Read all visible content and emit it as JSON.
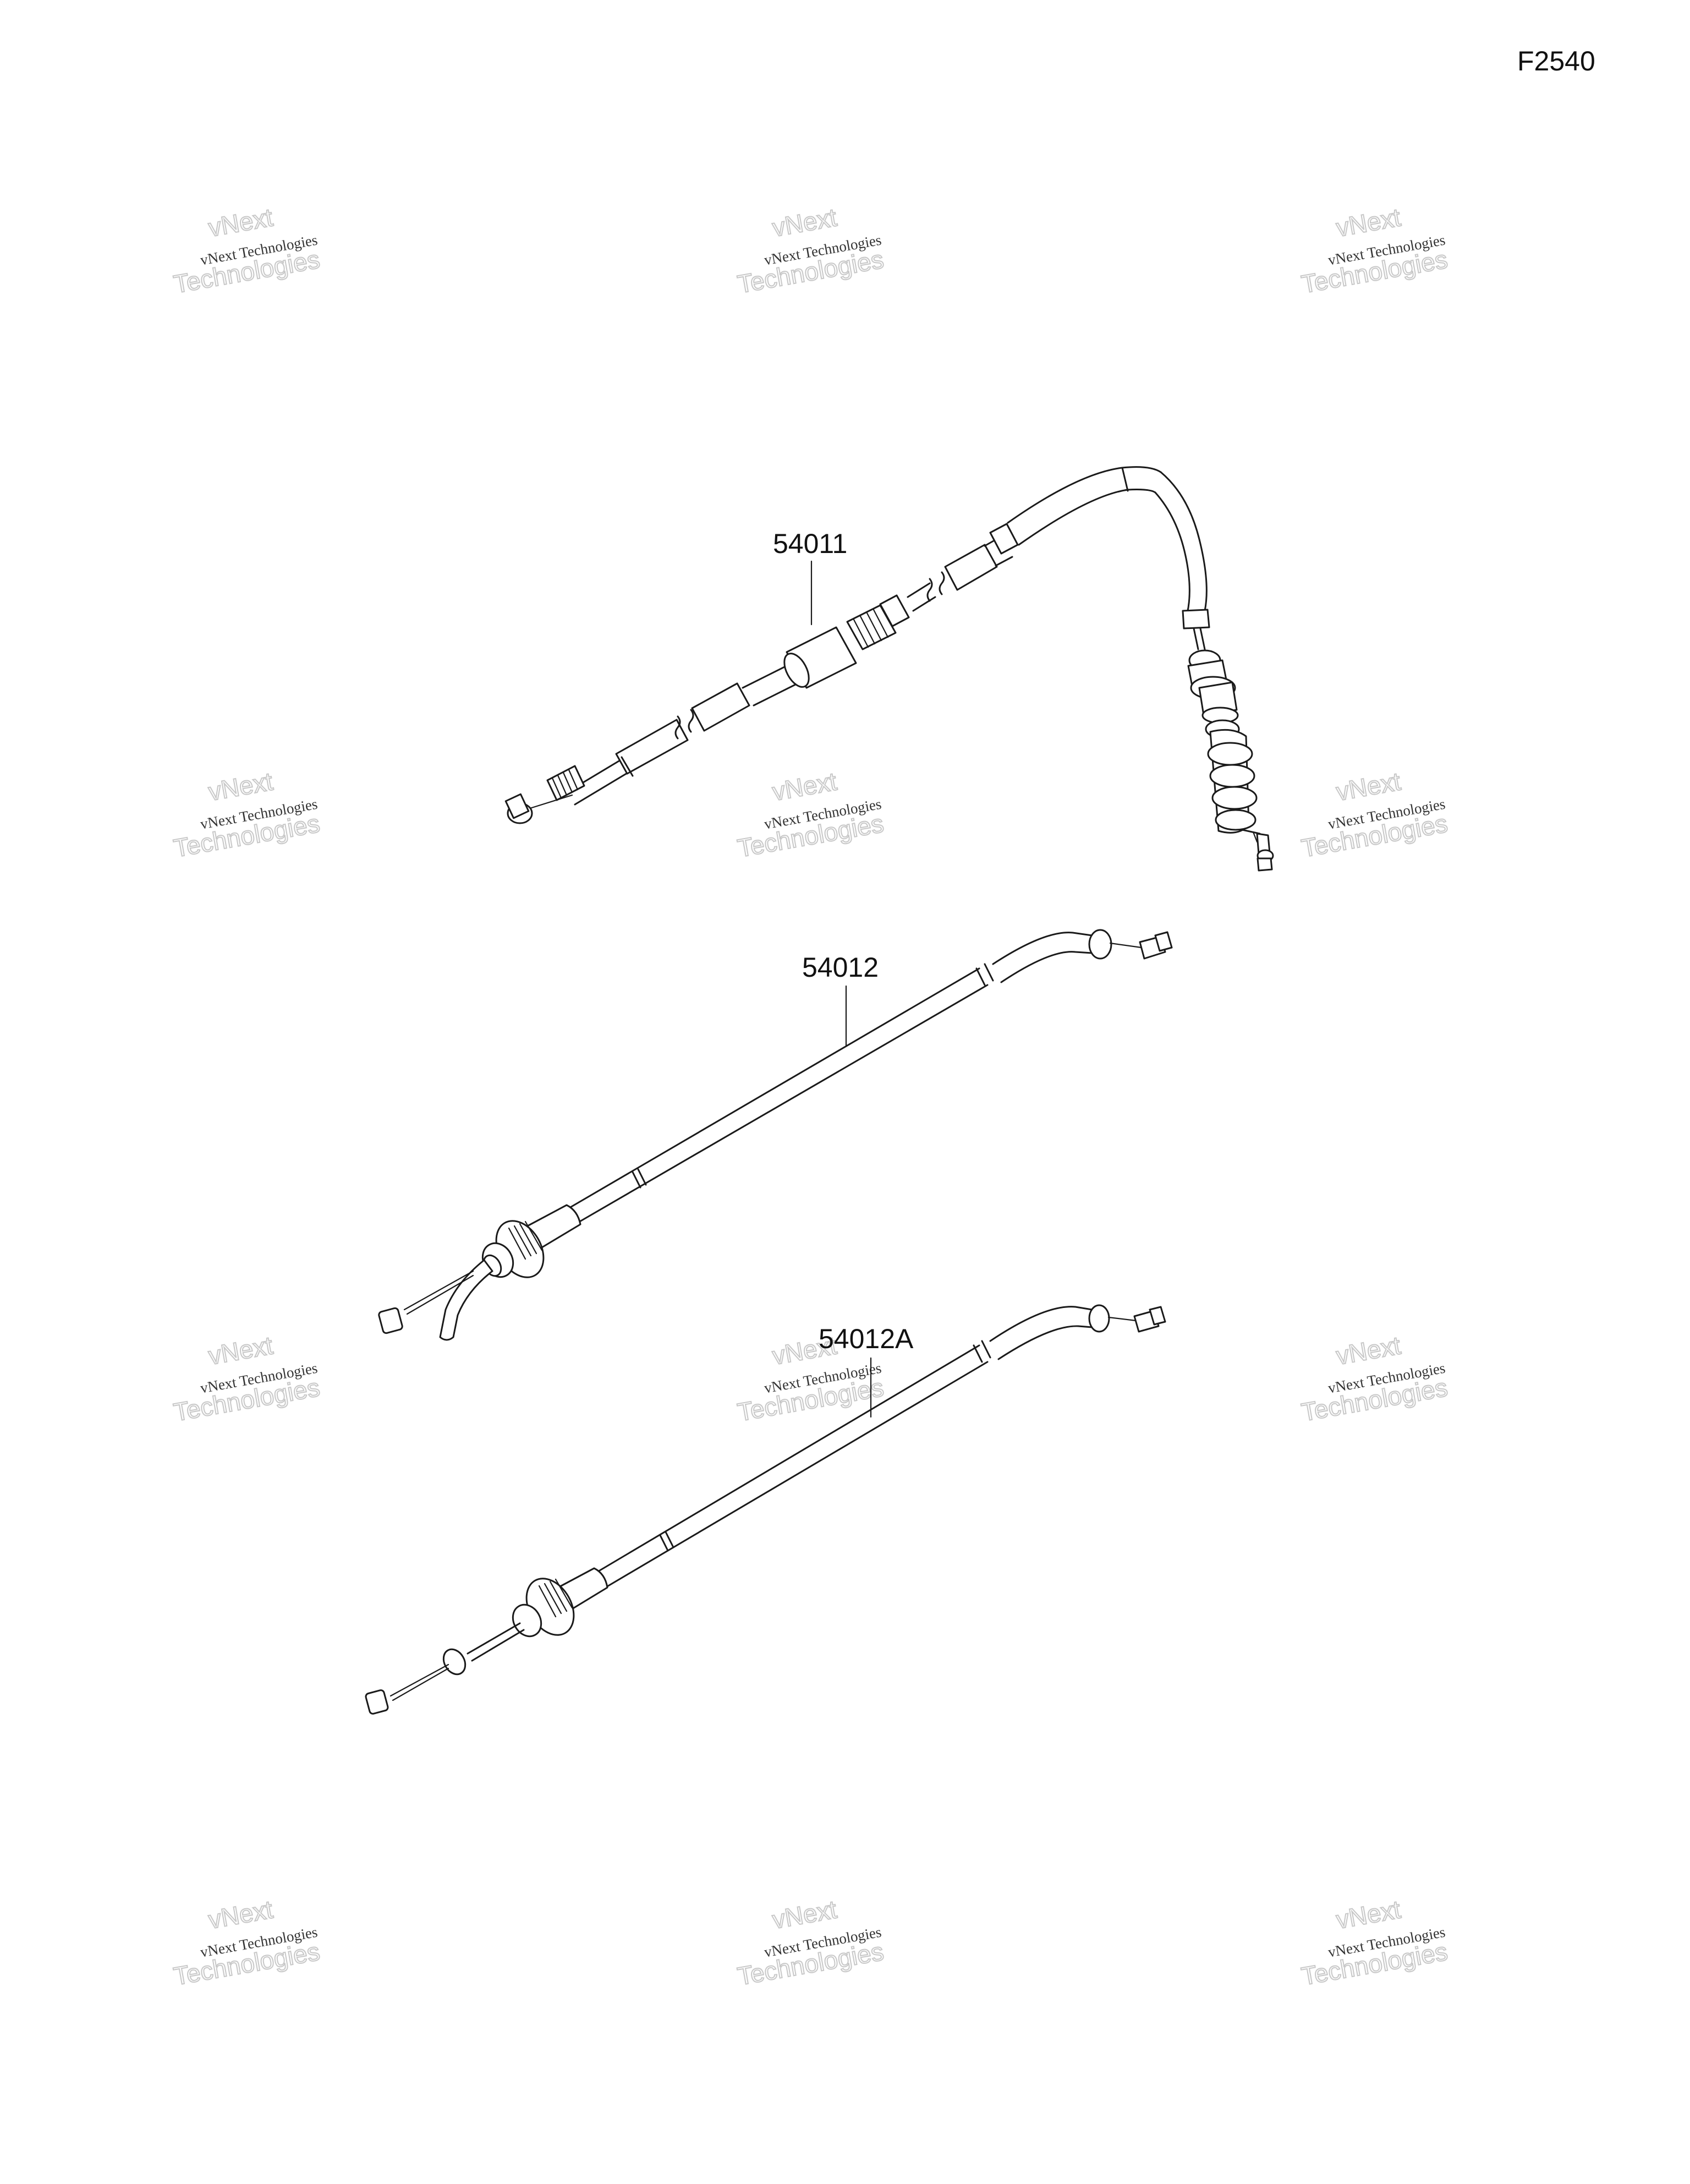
{
  "figure_code": "F2540",
  "callouts": [
    {
      "part_number": "54011"
    },
    {
      "part_number": "54012"
    },
    {
      "part_number": "54012A"
    }
  ],
  "watermark": {
    "line1": "vNext Technologies",
    "line2": "vNext",
    "line3": "Technologies"
  }
}
